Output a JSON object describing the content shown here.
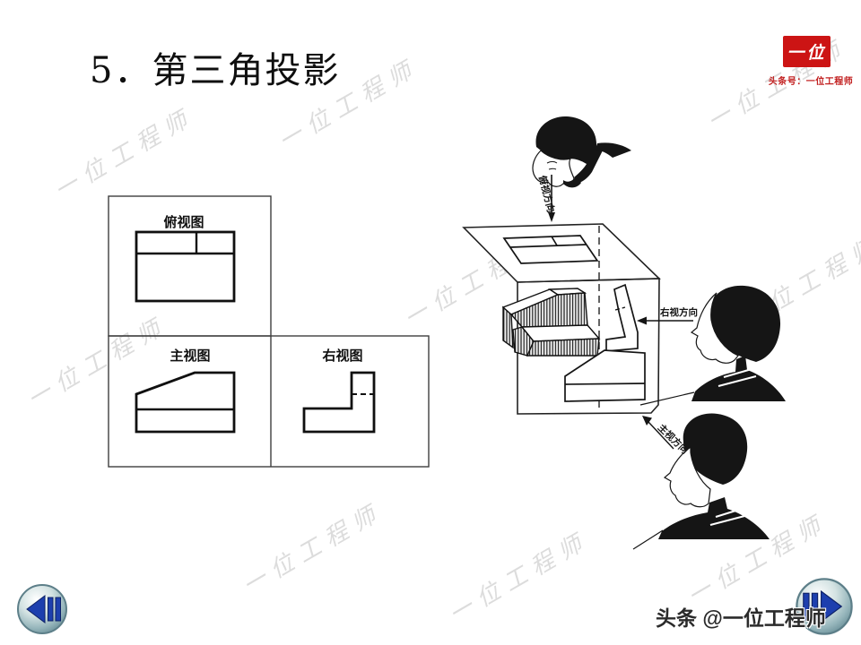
{
  "slide": {
    "title": "5．第三角投影",
    "background": "#ffffff"
  },
  "logo": {
    "box_text": "一位",
    "caption": "头条号：一位工程师",
    "brand_red": "#cc1414"
  },
  "watermark": {
    "text": "一位工程师",
    "color": "#dcdcdc"
  },
  "views_panel": {
    "top_view_label": "俯视图",
    "front_view_label": "主视图",
    "right_view_label": "右视图"
  },
  "illustration": {
    "top_direction_label": "俯视方向",
    "right_direction_label": "右视方向",
    "front_direction_label": "主视方向"
  },
  "footer": {
    "caption": "头条 @一位工程师"
  },
  "colors": {
    "nav_arrow_blue": "#1d3fae",
    "line_black": "#111111",
    "watermark_gray": "#dcdcdc"
  }
}
